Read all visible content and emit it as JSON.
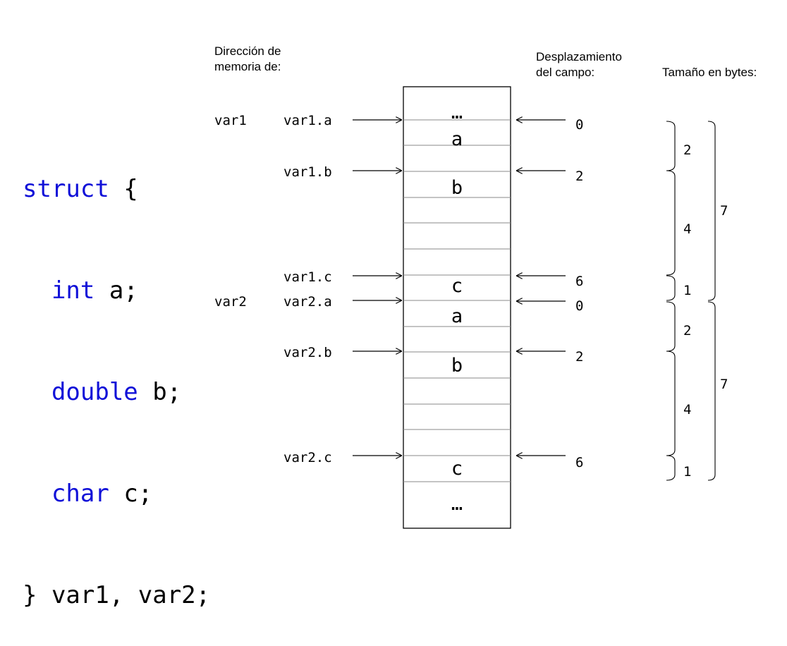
{
  "code": {
    "line1": {
      "kw": "struct",
      "rest": " {"
    },
    "line2": {
      "indent": "  ",
      "kw": "int",
      "rest": " a;"
    },
    "line3": {
      "indent": "  ",
      "kw": "double",
      "rest": " b;"
    },
    "line4": {
      "indent": "  ",
      "kw": "char",
      "rest": " c;"
    },
    "line5": {
      "text": "} var1, var2;"
    }
  },
  "headers": {
    "address_line1": "Dirección de",
    "address_line2": "memoria de:",
    "offset_line1": "Desplazamiento",
    "offset_line2": "del campo:",
    "size": "Tamaño en bytes:"
  },
  "variables": {
    "var1": "var1",
    "var2": "var2"
  },
  "address_labels": {
    "var1_a": "var1.a",
    "var1_b": "var1.b",
    "var1_c": "var1.c",
    "var2_a": "var2.a",
    "var2_b": "var2.b",
    "var2_c": "var2.c"
  },
  "memory": {
    "top_ellipsis": "…",
    "bottom_ellipsis": "…",
    "field_a": "a",
    "field_b": "b",
    "field_c": "c"
  },
  "offsets": {
    "var1_a": "0",
    "var1_b": "2",
    "var1_c": "6",
    "var2_a": "0",
    "var2_b": "2",
    "var2_c": "6"
  },
  "sizes": {
    "var1_a": "2",
    "var1_b": "4",
    "var1_c": "1",
    "var1_total": "7",
    "var2_a": "2",
    "var2_b": "4",
    "var2_c": "1",
    "var2_total": "7"
  }
}
